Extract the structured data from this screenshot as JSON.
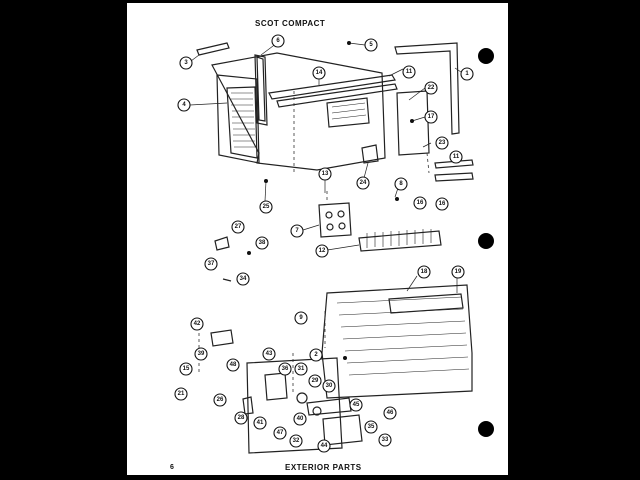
{
  "header": {
    "title": "SCOT COMPACT"
  },
  "footer": {
    "page_number": "6",
    "section_title": "EXTERIOR PARTS"
  },
  "callouts": [
    "3",
    "6",
    "5",
    "1",
    "14",
    "11",
    "4",
    "22",
    "17",
    "23",
    "24",
    "8",
    "25",
    "13",
    "7",
    "11",
    "16",
    "16",
    "27",
    "38",
    "12",
    "37",
    "34",
    "18",
    "19",
    "42",
    "9",
    "2",
    "39",
    "48",
    "43",
    "36",
    "31",
    "15",
    "29",
    "30",
    "21",
    "26",
    "46",
    "45",
    "28",
    "41",
    "47",
    "40",
    "32",
    "44",
    "35",
    "33"
  ],
  "colors": {
    "background": "#000000",
    "sheet": "#ffffff",
    "ink": "#111111"
  }
}
